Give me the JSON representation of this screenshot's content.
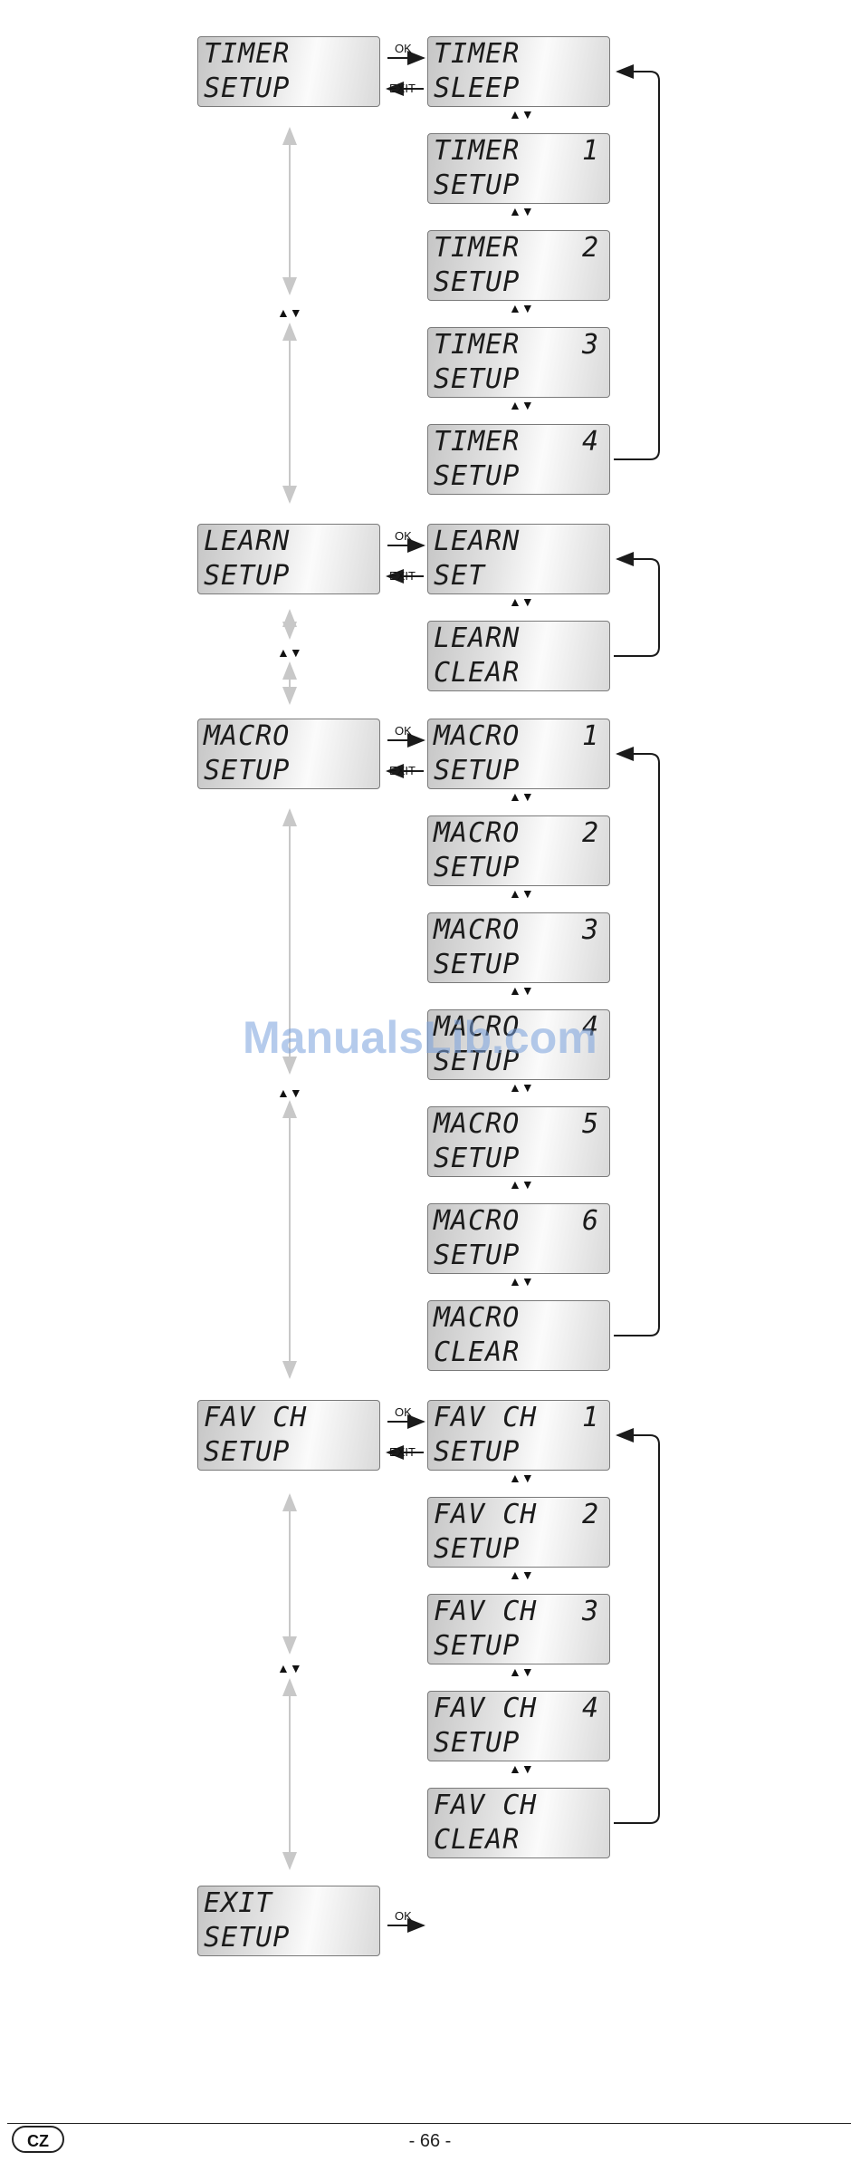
{
  "screens": [
    {
      "id": "timer-setup",
      "l1": "TIMER",
      "l2": "SETUP",
      "num": ""
    },
    {
      "id": "timer-sleep",
      "l1": "TIMER",
      "l2": "SLEEP",
      "num": ""
    },
    {
      "id": "timer-1",
      "l1": "TIMER",
      "l2": "SETUP",
      "num": "1"
    },
    {
      "id": "timer-2",
      "l1": "TIMER",
      "l2": "SETUP",
      "num": "2"
    },
    {
      "id": "timer-3",
      "l1": "TIMER",
      "l2": "SETUP",
      "num": "3"
    },
    {
      "id": "timer-4",
      "l1": "TIMER",
      "l2": "SETUP",
      "num": "4"
    },
    {
      "id": "learn-setup",
      "l1": "LEARN",
      "l2": "SETUP",
      "num": ""
    },
    {
      "id": "learn-set",
      "l1": "LEARN",
      "l2": "SET",
      "num": ""
    },
    {
      "id": "learn-clear",
      "l1": "LEARN",
      "l2": "CLEAR",
      "num": ""
    },
    {
      "id": "macro-setup",
      "l1": "MACRO",
      "l2": "SETUP",
      "num": ""
    },
    {
      "id": "macro-1",
      "l1": "MACRO",
      "l2": "SETUP",
      "num": "1"
    },
    {
      "id": "macro-2",
      "l1": "MACRO",
      "l2": "SETUP",
      "num": "2"
    },
    {
      "id": "macro-3",
      "l1": "MACRO",
      "l2": "SETUP",
      "num": "3"
    },
    {
      "id": "macro-4",
      "l1": "MACRO",
      "l2": "SETUP",
      "num": "4"
    },
    {
      "id": "macro-5",
      "l1": "MACRO",
      "l2": "SETUP",
      "num": "5"
    },
    {
      "id": "macro-6",
      "l1": "MACRO",
      "l2": "SETUP",
      "num": "6"
    },
    {
      "id": "macro-clear",
      "l1": "MACRO",
      "l2": "CLEAR",
      "num": ""
    },
    {
      "id": "favch-setup",
      "l1": "FAV CH",
      "l2": "SETUP",
      "num": ""
    },
    {
      "id": "favch-1",
      "l1": "FAV CH",
      "l2": "SETUP",
      "num": "1"
    },
    {
      "id": "favch-2",
      "l1": "FAV CH",
      "l2": "SETUP",
      "num": "2"
    },
    {
      "id": "favch-3",
      "l1": "FAV CH",
      "l2": "SETUP",
      "num": "3"
    },
    {
      "id": "favch-4",
      "l1": "FAV CH",
      "l2": "SETUP",
      "num": "4"
    },
    {
      "id": "favch-clear",
      "l1": "FAV CH",
      "l2": "CLEAR",
      "num": ""
    },
    {
      "id": "exit-setup",
      "l1": "EXIT",
      "l2": "SETUP",
      "num": ""
    }
  ],
  "labels": {
    "ok": "OK",
    "exit": "EXIT",
    "updown": "▲▼"
  },
  "watermark": "ManualsLib.com",
  "footer": {
    "lang": "CZ",
    "page": "- 66 -"
  },
  "colors": {
    "lcd_border": "#7a7a7a",
    "arrow": "#1b1b1b",
    "scroll_arrow": "#c8c8c8"
  }
}
